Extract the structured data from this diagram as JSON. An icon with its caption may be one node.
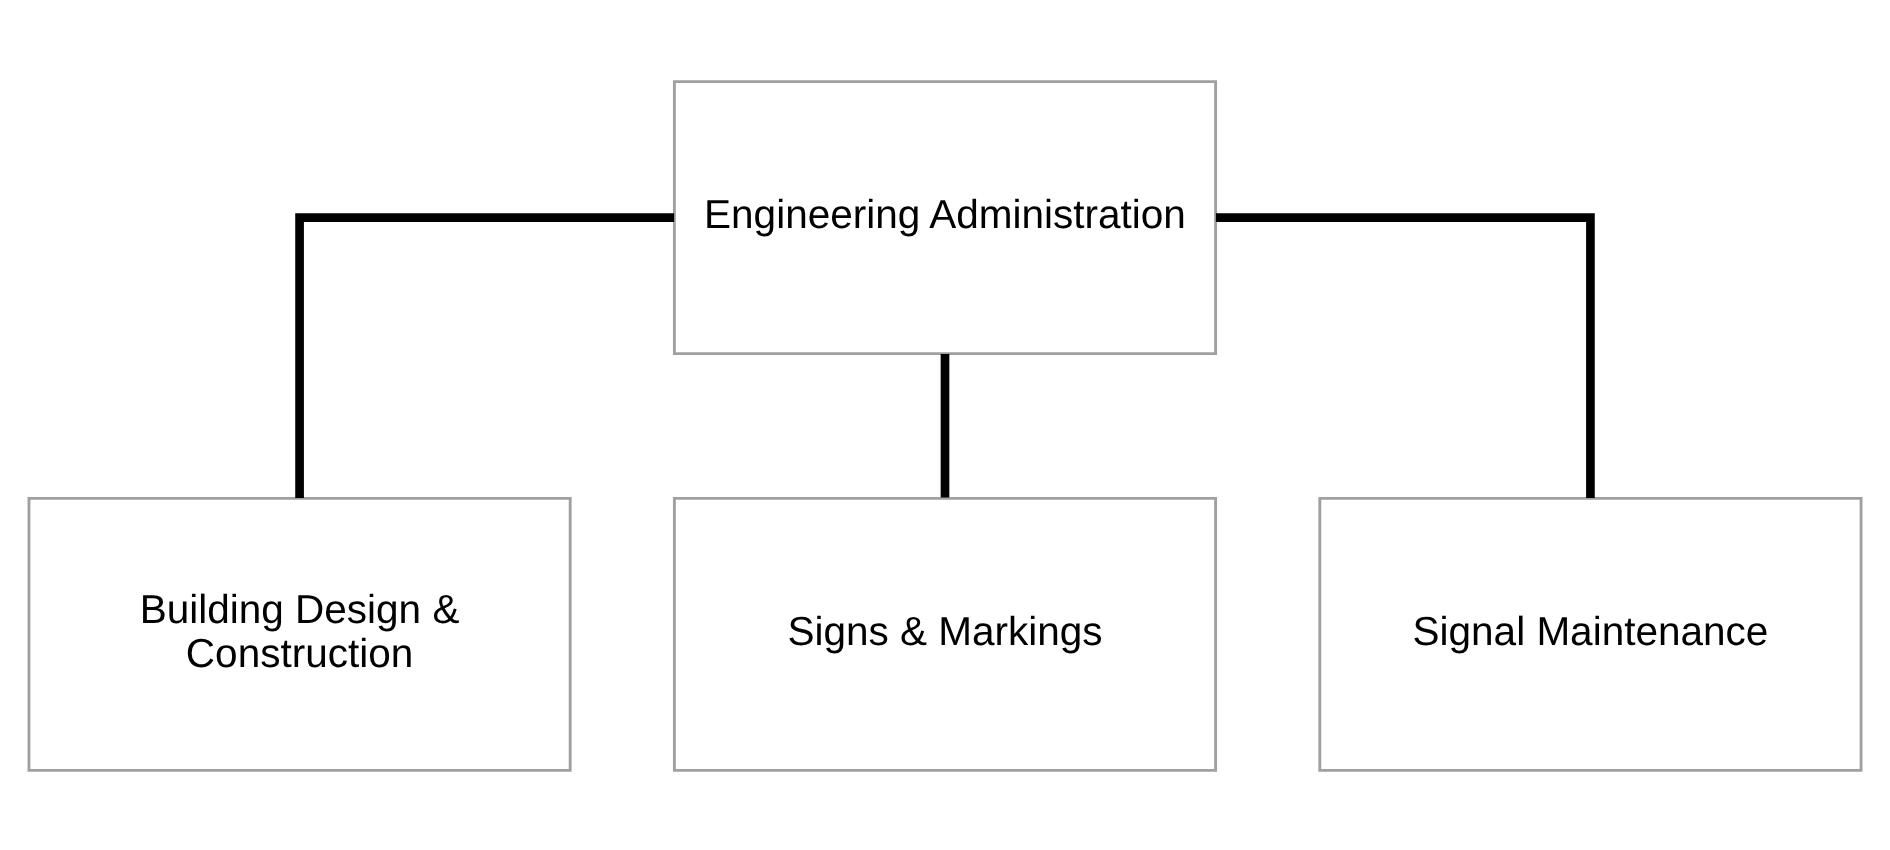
{
  "diagram": {
    "nodes": [
      {
        "text": [
          "Engineering Administration"
        ]
      },
      {
        "text": [
          "Building Design & Construction"
        ]
      },
      {
        "text": [
          "Signs & Markings"
        ]
      },
      {
        "text": [
          "Signal Maintenance"
        ]
      }
    ],
    "edges": [
      {
        "from": 0,
        "to": 1,
        "arrow": "none"
      },
      {
        "from": 0,
        "to": 2,
        "arrow": "none"
      },
      {
        "from": 0,
        "to": 3,
        "arrow": "none"
      }
    ]
  }
}
